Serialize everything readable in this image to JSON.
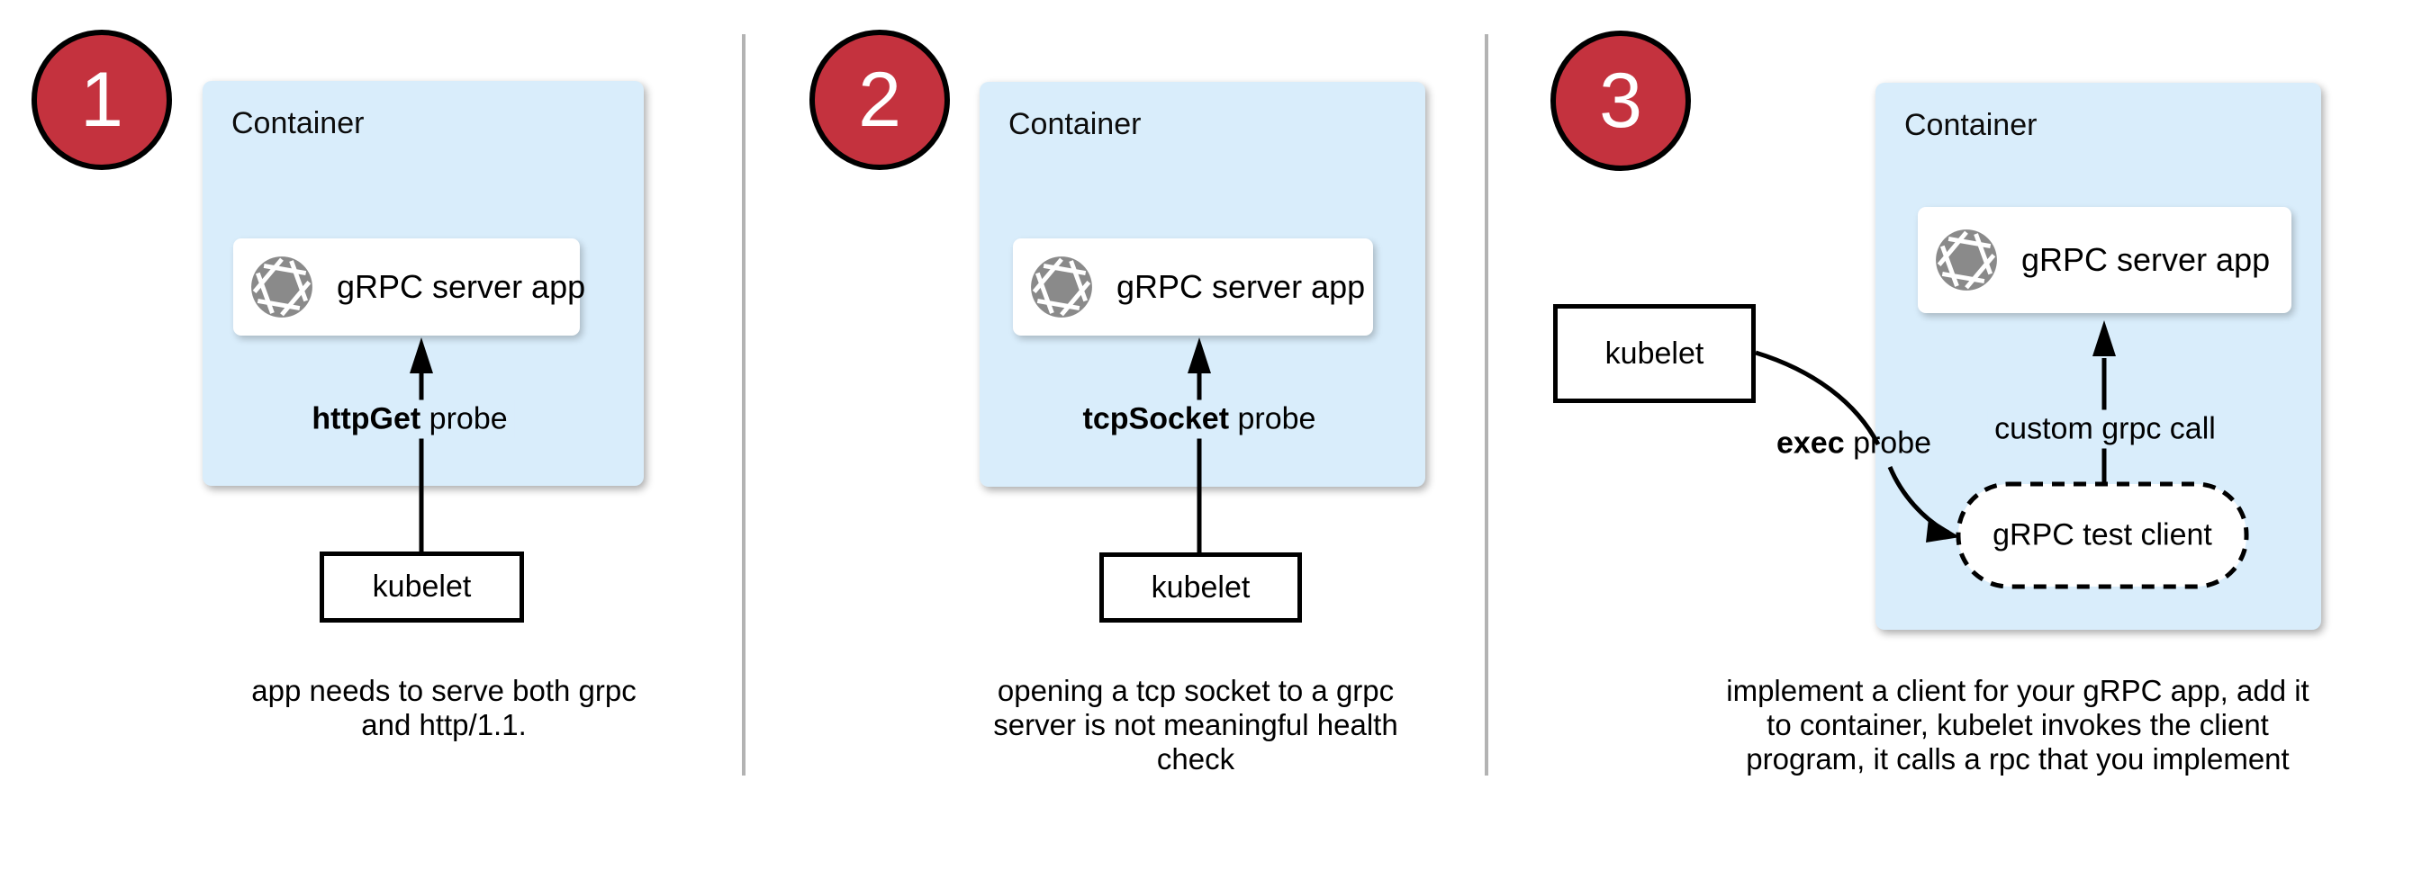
{
  "colors": {
    "accent_red": "#c4323e",
    "container_blue": "#d9edfb",
    "icon_gray": "#8a8a8a",
    "divider_gray": "#b3b3b3"
  },
  "panels": [
    {
      "number": "1",
      "container_label": "Container",
      "app_icon": "aperture-icon",
      "app_label": "gRPC server app",
      "probe_label_bold": "httpGet",
      "probe_label_rest": " probe",
      "kubelet_label": "kubelet",
      "caption_lines": [
        "app needs to serve both grpc",
        "and http/1.1."
      ]
    },
    {
      "number": "2",
      "container_label": "Container",
      "app_icon": "aperture-icon",
      "app_label": "gRPC server app",
      "probe_label_bold": "tcpSocket",
      "probe_label_rest": " probe",
      "kubelet_label": "kubelet",
      "caption_lines": [
        "opening a tcp socket to a grpc",
        "server is not meaningful health",
        "check"
      ]
    },
    {
      "number": "3",
      "container_label": "Container",
      "app_icon": "aperture-icon",
      "app_label": "gRPC server app",
      "probe_label_bold": "exec",
      "probe_label_rest": " probe",
      "kubelet_label": "kubelet",
      "custom_call_label": "custom grpc call",
      "test_client_label": "gRPC test client",
      "caption_lines": [
        "implement a client for your gRPC app, add it",
        "to container, kubelet invokes the client",
        "program, it calls a rpc that you implement"
      ]
    }
  ]
}
